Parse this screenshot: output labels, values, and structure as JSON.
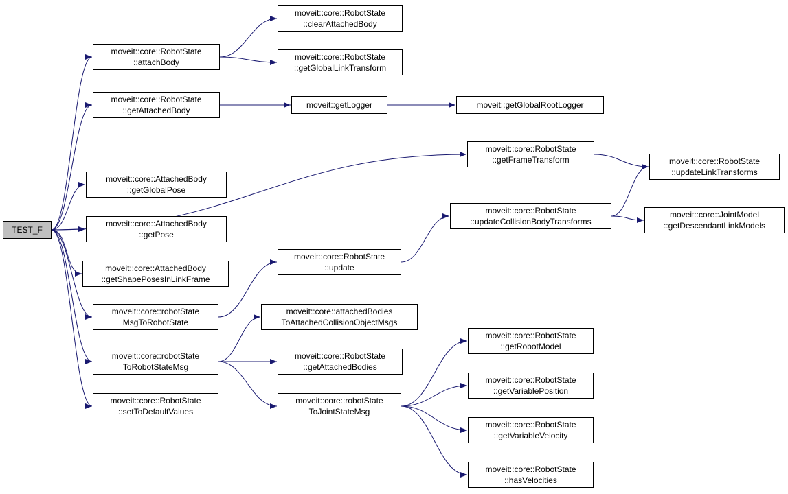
{
  "diagram": {
    "type": "call-graph",
    "colors": {
      "edge": "#191970",
      "node_border": "#000000",
      "node_fill": "#ffffff",
      "highlight_fill": "#bfbfbf",
      "background": "#ffffff"
    },
    "nodes": [
      {
        "id": "test_f",
        "line1": "TEST_F",
        "line2": "",
        "highlighted": true
      },
      {
        "id": "clearAttachedBody",
        "line1": "moveit::core::RobotState",
        "line2": "::clearAttachedBody"
      },
      {
        "id": "attachBody",
        "line1": "moveit::core::RobotState",
        "line2": "::attachBody"
      },
      {
        "id": "getGlobalLinkTransform",
        "line1": "moveit::core::RobotState",
        "line2": "::getGlobalLinkTransform"
      },
      {
        "id": "getAttachedBody",
        "line1": "moveit::core::RobotState",
        "line2": "::getAttachedBody"
      },
      {
        "id": "getLogger",
        "line1": "moveit::getLogger",
        "line2": ""
      },
      {
        "id": "getGlobalRootLogger",
        "line1": "moveit::getGlobalRootLogger",
        "line2": ""
      },
      {
        "id": "getFrameTransform",
        "line1": "moveit::core::RobotState",
        "line2": "::getFrameTransform"
      },
      {
        "id": "updateLinkTransforms",
        "line1": "moveit::core::RobotState",
        "line2": "::updateLinkTransforms"
      },
      {
        "id": "getGlobalPose",
        "line1": "moveit::core::AttachedBody",
        "line2": "::getGlobalPose"
      },
      {
        "id": "updateCollisionBodyTransforms",
        "line1": "moveit::core::RobotState",
        "line2": "::updateCollisionBodyTransforms"
      },
      {
        "id": "getDescendantLinkModels",
        "line1": "moveit::core::JointModel",
        "line2": "::getDescendantLinkModels"
      },
      {
        "id": "getPose",
        "line1": "moveit::core::AttachedBody",
        "line2": "::getPose"
      },
      {
        "id": "update",
        "line1": "moveit::core::RobotState",
        "line2": "::update"
      },
      {
        "id": "getShapePosesInLinkFrame",
        "line1": "moveit::core::AttachedBody",
        "line2": "::getShapePosesInLinkFrame"
      },
      {
        "id": "robotStateMsgToRobotState",
        "line1": "moveit::core::robotState",
        "line2": "MsgToRobotState"
      },
      {
        "id": "attachedBodiesToAttachedCollisionObjectMsgs",
        "line1": "moveit::core::attachedBodies",
        "line2": "ToAttachedCollisionObjectMsgs"
      },
      {
        "id": "robotStateToRobotStateMsg",
        "line1": "moveit::core::robotState",
        "line2": "ToRobotStateMsg"
      },
      {
        "id": "getAttachedBodies",
        "line1": "moveit::core::RobotState",
        "line2": "::getAttachedBodies"
      },
      {
        "id": "getRobotModel",
        "line1": "moveit::core::RobotState",
        "line2": "::getRobotModel"
      },
      {
        "id": "robotStateToJointStateMsg",
        "line1": "moveit::core::robotState",
        "line2": "ToJointStateMsg"
      },
      {
        "id": "getVariablePosition",
        "line1": "moveit::core::RobotState",
        "line2": "::getVariablePosition"
      },
      {
        "id": "getVariableVelocity",
        "line1": "moveit::core::RobotState",
        "line2": "::getVariableVelocity"
      },
      {
        "id": "setToDefaultValues",
        "line1": "moveit::core::RobotState",
        "line2": "::setToDefaultValues"
      },
      {
        "id": "hasVelocities",
        "line1": "moveit::core::RobotState",
        "line2": "::hasVelocities"
      }
    ],
    "edges": [
      {
        "from": "test_f",
        "to": "attachBody"
      },
      {
        "from": "test_f",
        "to": "getAttachedBody"
      },
      {
        "from": "test_f",
        "to": "getFrameTransform"
      },
      {
        "from": "test_f",
        "to": "getGlobalPose"
      },
      {
        "from": "test_f",
        "to": "getPose"
      },
      {
        "from": "test_f",
        "to": "getShapePosesInLinkFrame"
      },
      {
        "from": "test_f",
        "to": "robotStateMsgToRobotState"
      },
      {
        "from": "test_f",
        "to": "robotStateToRobotStateMsg"
      },
      {
        "from": "test_f",
        "to": "setToDefaultValues"
      },
      {
        "from": "attachBody",
        "to": "clearAttachedBody"
      },
      {
        "from": "attachBody",
        "to": "getGlobalLinkTransform"
      },
      {
        "from": "getAttachedBody",
        "to": "getLogger"
      },
      {
        "from": "getLogger",
        "to": "getGlobalRootLogger"
      },
      {
        "from": "getFrameTransform",
        "to": "updateLinkTransforms"
      },
      {
        "from": "update",
        "to": "updateCollisionBodyTransforms"
      },
      {
        "from": "updateCollisionBodyTransforms",
        "to": "updateLinkTransforms"
      },
      {
        "from": "updateCollisionBodyTransforms",
        "to": "getDescendantLinkModels"
      },
      {
        "from": "robotStateMsgToRobotState",
        "to": "update"
      },
      {
        "from": "robotStateToRobotStateMsg",
        "to": "attachedBodiesToAttachedCollisionObjectMsgs"
      },
      {
        "from": "robotStateToRobotStateMsg",
        "to": "getAttachedBodies"
      },
      {
        "from": "robotStateToRobotStateMsg",
        "to": "robotStateToJointStateMsg"
      },
      {
        "from": "robotStateToJointStateMsg",
        "to": "getRobotModel"
      },
      {
        "from": "robotStateToJointStateMsg",
        "to": "getVariablePosition"
      },
      {
        "from": "robotStateToJointStateMsg",
        "to": "getVariableVelocity"
      },
      {
        "from": "robotStateToJointStateMsg",
        "to": "hasVelocities"
      }
    ]
  }
}
